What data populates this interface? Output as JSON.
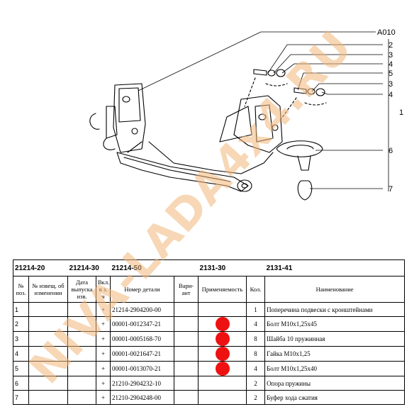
{
  "drawing": {
    "callouts": {
      "ref": "A010",
      "c2": "2",
      "c3a": "3",
      "c4a": "4",
      "c5": "5",
      "c3b": "3",
      "c4b": "4",
      "c1": "1",
      "c6": "6",
      "c7": "7"
    }
  },
  "watermark": {
    "text": "NIVA-LADA4x4.RU",
    "color": "#f2b87a"
  },
  "models": [
    "21214-20",
    "21214-30",
    "21214-50",
    "2131-30",
    "2131-41"
  ],
  "table_header": {
    "pos": "№ поз.",
    "change": "№ извещ. об изменении",
    "date": "Дата выпуска изв.",
    "incl": "Вкл. в з. ч",
    "part_number": "Номер детали",
    "variant": "Вари- ант",
    "applicability": "Применяемость",
    "qty": "Кол.",
    "name": "Наименование"
  },
  "rows": [
    {
      "pos": "1",
      "incl": "+",
      "part_number": "21214-2904200-00",
      "applicable": false,
      "qty": "1",
      "name": "Поперечина подвески с кронштейнами"
    },
    {
      "pos": "2",
      "incl": "+",
      "part_number": "00001-0012347-21",
      "applicable": true,
      "qty": "4",
      "name": "Болт М10х1,25х45"
    },
    {
      "pos": "3",
      "incl": "+",
      "part_number": "00001-0005168-70",
      "applicable": true,
      "qty": "8",
      "name": "Шайба 10 пружинная"
    },
    {
      "pos": "4",
      "incl": "+",
      "part_number": "00001-0021647-21",
      "applicable": true,
      "qty": "8",
      "name": "Гайка М10х1,25"
    },
    {
      "pos": "5",
      "incl": "+",
      "part_number": "00001-0013070-21",
      "applicable": true,
      "qty": "4",
      "name": "Болт М10х1,25х40"
    },
    {
      "pos": "6",
      "incl": "+",
      "part_number": "21210-2904232-10",
      "applicable": false,
      "qty": "2",
      "name": "Опора пружины"
    },
    {
      "pos": "7",
      "incl": "+",
      "part_number": "21210-2904248-00",
      "applicable": false,
      "qty": "2",
      "name": "Буфер хода сжатия"
    }
  ],
  "colors": {
    "marker": "#ee1111",
    "line": "#000000"
  }
}
